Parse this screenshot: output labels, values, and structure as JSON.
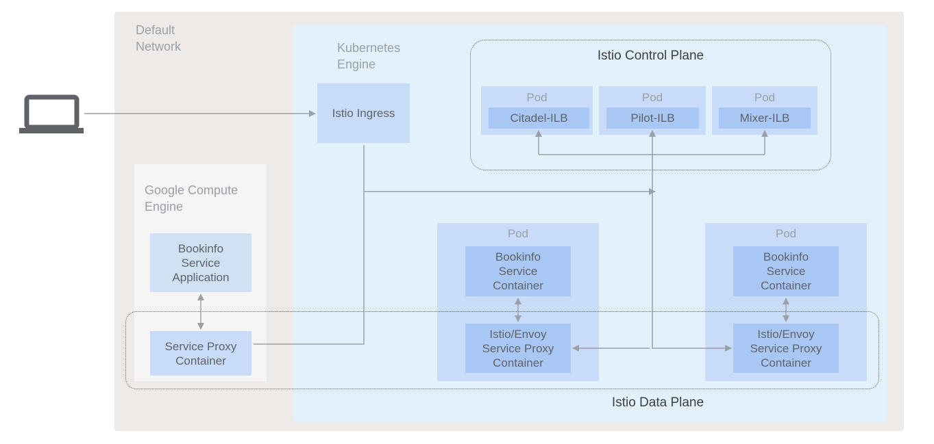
{
  "colors": {
    "network_bg": "#eeeae7",
    "gke_bg": "#e3f1fd",
    "gce_bg": "#f5f5f5",
    "light_box": "#c8dbf8",
    "gce_app_box": "#cfe1f3",
    "pod_bg": "#c8dbf8",
    "inner_box": "#a9c7f5",
    "arrow": "#9aa0a6",
    "dotted_border": "#5f6368",
    "label_text": "#9aa0a6",
    "box_text": "#5f6368",
    "laptop": "#5f6368"
  },
  "icons": {
    "client": "laptop-icon"
  },
  "labels": {
    "default_network": "Default\nNetwork",
    "kubernetes_engine": "Kubernetes\nEngine",
    "google_compute_engine": "Google Compute\nEngine",
    "istio_control_plane": "Istio Control Plane",
    "istio_data_plane": "Istio Data Plane"
  },
  "nodes": {
    "istio_ingress": "Istio Ingress",
    "pod_label": "Pod",
    "citadel": "Citadel-ILB",
    "pilot": "Pilot-ILB",
    "mixer": "Mixer-ILB",
    "gce_app": "Bookinfo\nService\nApplication",
    "gce_proxy": "Service Proxy\nContainer",
    "bookinfo_container": "Bookinfo\nService\nContainer",
    "envoy_proxy": "Istio/Envoy\nService Proxy\nContainer"
  }
}
